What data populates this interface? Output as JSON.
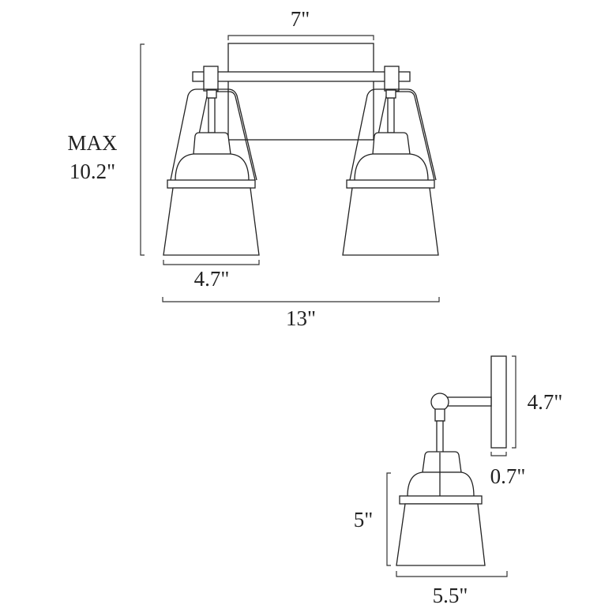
{
  "front_view": {
    "width_backplate": "7\"",
    "height_label_line1": "MAX",
    "height_label_line2": "10.2\"",
    "shade_width": "4.7\"",
    "overall_width": "13\""
  },
  "side_view": {
    "backplate_height": "4.7\"",
    "backplate_depth": "0.7\"",
    "shade_height": "5\"",
    "shade_width": "5.5\""
  },
  "colors": {
    "line": "#222222",
    "background": "#ffffff"
  }
}
